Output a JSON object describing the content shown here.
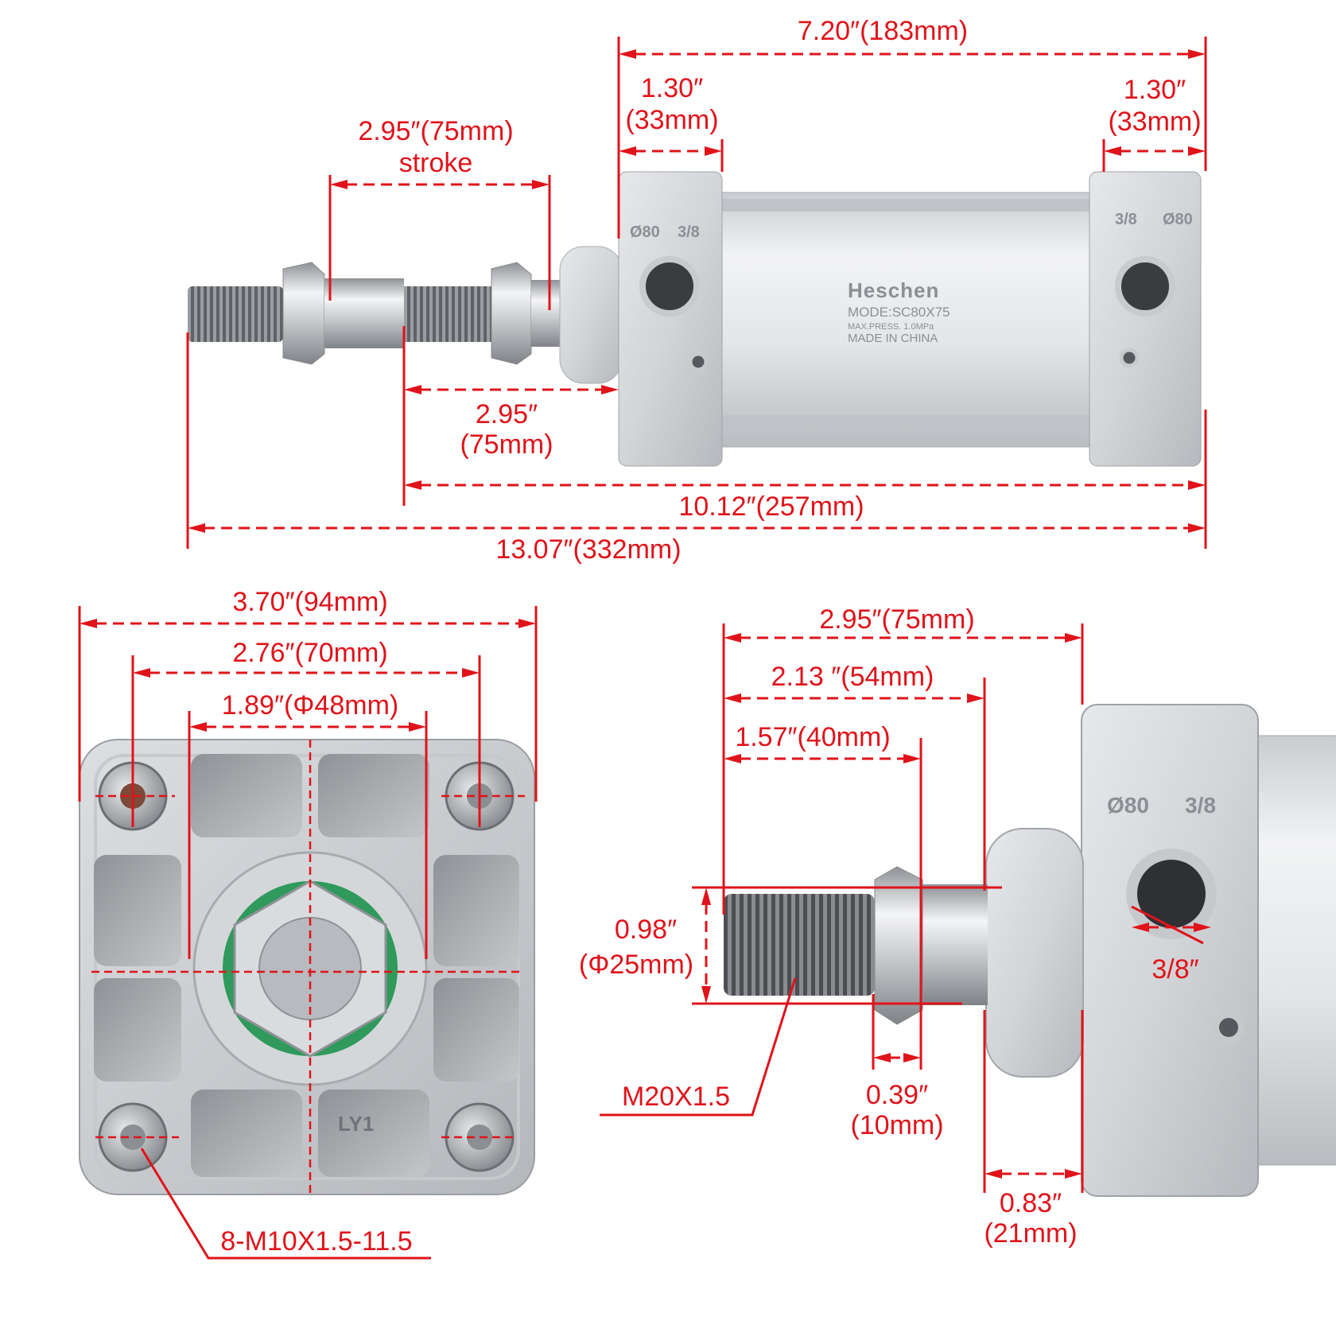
{
  "product": {
    "brand": "Heschen",
    "model": "MODE:SC80X75",
    "pressure": "MAX.PRESS.  1.0MPa",
    "origin": "MADE IN CHINA",
    "stamp_bore": "Ø80",
    "stamp_port": "3/8",
    "face_mark": "LY1"
  },
  "side_view": {
    "overall_body": "7.20″(183mm)",
    "front_cap_in": "1.30″",
    "front_cap_mm": "(33mm)",
    "rear_cap_in": "1.30″",
    "rear_cap_mm": "(33mm)",
    "stroke_value": "2.95″(75mm)",
    "stroke_label": "stroke",
    "rod_ext_in": "2.95″",
    "rod_ext_mm": "(75mm)",
    "retracted_len": "10.12″(257mm)",
    "extended_len": "13.07″(332mm)"
  },
  "end_view": {
    "width": "3.70″(94mm)",
    "bolt_spacing": "2.76″(70mm)",
    "boss_dia": "1.89″(Φ48mm)",
    "bolt_spec": "8-M10X1.5-11.5"
  },
  "rod_detail": {
    "total": "2.95″(75mm)",
    "to_nut": "2.13 ″(54mm)",
    "thread_len": "1.57″(40mm)",
    "rod_dia_in": "0.98″",
    "rod_dia_mm": "(Φ25mm)",
    "thread_spec": "M20X1.5",
    "nut_in": "0.39″",
    "nut_mm": "(10mm)",
    "boss_in": "0.83″",
    "boss_mm": "(21mm)",
    "port": "3/8″"
  }
}
